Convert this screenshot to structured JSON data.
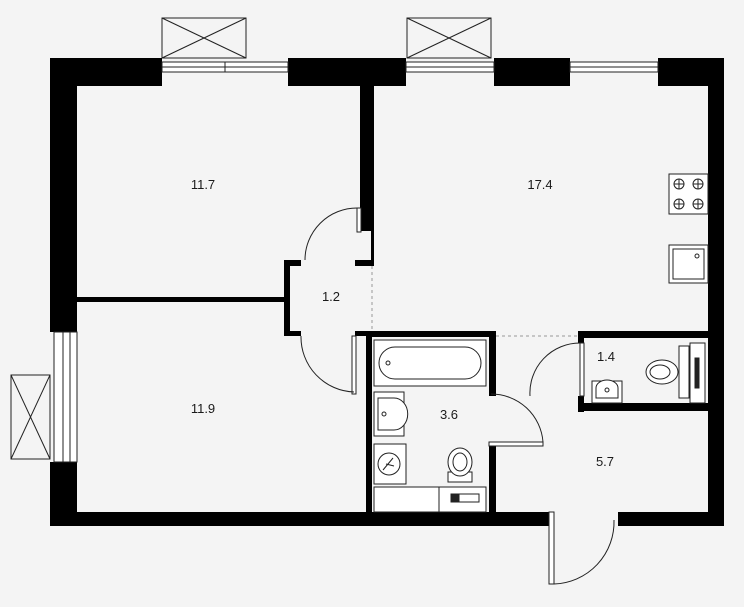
{
  "plan": {
    "rooms": [
      {
        "id": "bedroom-top",
        "area": "11.7"
      },
      {
        "id": "kitchen-living",
        "area": "17.4"
      },
      {
        "id": "corridor",
        "area": "1.2"
      },
      {
        "id": "bedroom-bottom",
        "area": "11.9"
      },
      {
        "id": "toilet",
        "area": "1.4"
      },
      {
        "id": "bathroom",
        "area": "3.6"
      },
      {
        "id": "hallway",
        "area": "5.7"
      }
    ]
  }
}
